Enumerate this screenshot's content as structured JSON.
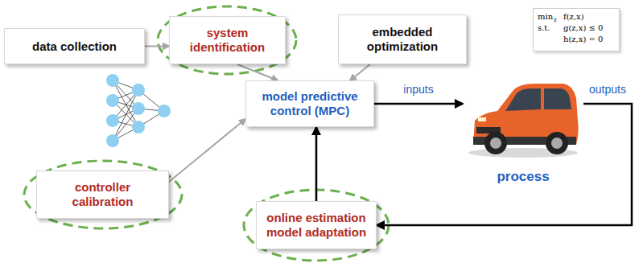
{
  "diagram": {
    "nodes": [
      {
        "text": [
          "data collection"
        ]
      },
      {
        "text": [
          "system identification"
        ]
      },
      {
        "text": [
          "embedded optimization"
        ]
      },
      {
        "text": [
          "model predictive control (MPC)"
        ]
      },
      {
        "text": [
          "controller calibration"
        ]
      },
      {
        "text": [
          "online estimation model adaptation"
        ]
      },
      {
        "text": [
          "process"
        ]
      }
    ],
    "edges": [
      {
        "from": 0,
        "to": 1,
        "arrow": "to"
      },
      {
        "from": 1,
        "to": 3,
        "arrow": "to"
      },
      {
        "from": 2,
        "to": 3,
        "arrow": "to"
      },
      {
        "from": 4,
        "to": 3,
        "arrow": "to"
      },
      {
        "from": 3,
        "to": 6,
        "arrow": "to",
        "label": "inputs"
      },
      {
        "from": 6,
        "to": 5,
        "arrow": "to",
        "label": "outputs"
      },
      {
        "from": 5,
        "to": 3,
        "arrow": "to"
      }
    ],
    "labels": [
      "min",
      "z",
      "f(z,x)",
      "s.t.",
      "g(z,x) ≤ 0",
      "h(z,x) = 0"
    ]
  }
}
